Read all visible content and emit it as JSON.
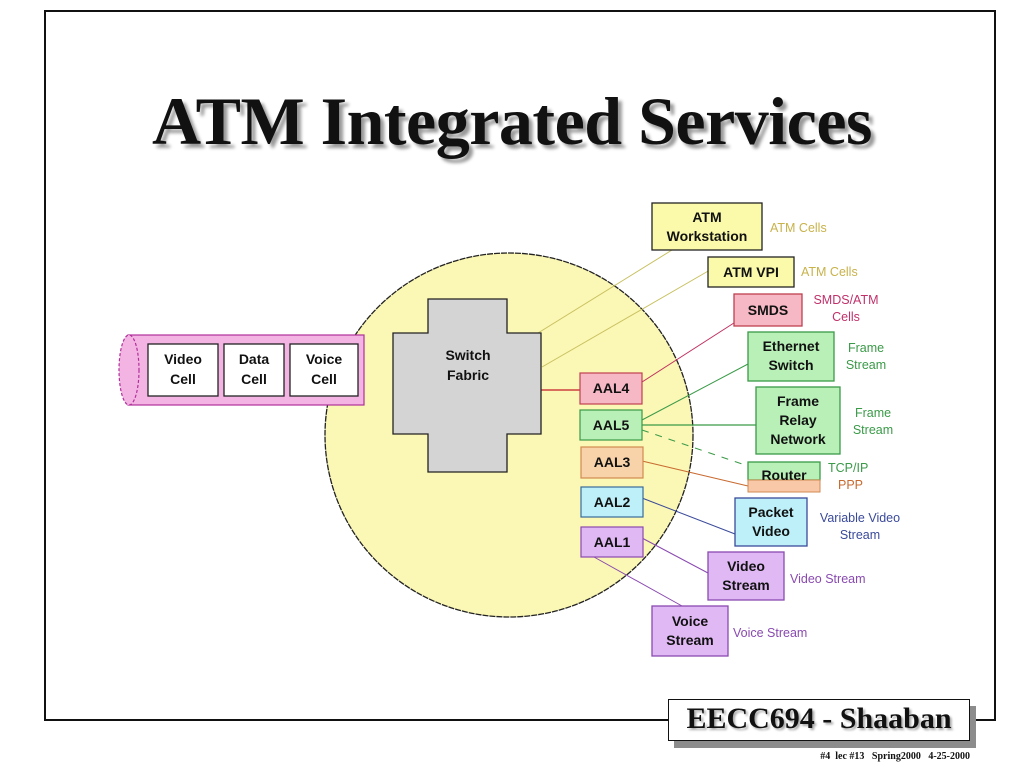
{
  "slide": {
    "title": "ATM Integrated Services",
    "footer_label": "EECC694 - Shaaban",
    "footer_meta": "#4  lec #13   Spring2000   4-25-2000"
  },
  "colors": {
    "circle_fill": "#fbf7b4",
    "switch_fill": "#d4d4d4",
    "cell_pipe": "#f3b4e3",
    "yellow_box": "#fafaaa",
    "pink_box": "#f5b8c4",
    "green_box": "#b8f0b8",
    "orange_box": "#f8d2a8",
    "cyan_box": "#bdf0f8",
    "purple_box": "#e0b8f4"
  },
  "diagram": {
    "cells": [
      {
        "line1": "Video",
        "line2": "Cell"
      },
      {
        "line1": "Data",
        "line2": "Cell"
      },
      {
        "line1": "Voice",
        "line2": "Cell"
      }
    ],
    "switch_fabric": {
      "line1": "Switch",
      "line2": "Fabric"
    },
    "aal": [
      "AAL4",
      "AAL5",
      "AAL3",
      "AAL2",
      "AAL1"
    ],
    "endpoints": [
      {
        "name": "ATM Workstation",
        "lines": [
          "ATM",
          "Workstation"
        ],
        "traffic": [
          "ATM Cells"
        ],
        "traffic_color": "#c8b24a"
      },
      {
        "name": "ATM VPI",
        "lines": [
          "ATM VPI"
        ],
        "traffic": [
          "ATM Cells"
        ],
        "traffic_color": "#c8b24a"
      },
      {
        "name": "SMDS",
        "lines": [
          "SMDS"
        ],
        "traffic": [
          "SMDS/ATM",
          "Cells"
        ],
        "traffic_color": "#c0306a"
      },
      {
        "name": "Ethernet Switch",
        "lines": [
          "Ethernet",
          "Switch"
        ],
        "traffic": [
          "Frame",
          "Stream"
        ],
        "traffic_color": "#3a9a48"
      },
      {
        "name": "Frame Relay Network",
        "lines": [
          "Frame",
          "Relay",
          "Network"
        ],
        "traffic": [
          "Frame",
          "Stream"
        ],
        "traffic_color": "#3a9a48"
      },
      {
        "name": "Router",
        "lines": [
          "Router"
        ],
        "traffic": [
          "TCP/IP",
          "PPP"
        ],
        "traffic_color": "#3a9a48",
        "traffic_color_2": "#c86a30"
      },
      {
        "name": "Packet Video",
        "lines": [
          "Packet",
          "Video"
        ],
        "traffic": [
          "Variable Video",
          "Stream"
        ],
        "traffic_color": "#3a4a9a"
      },
      {
        "name": "Video Stream",
        "lines": [
          "Video",
          "Stream"
        ],
        "traffic": [
          "Video Stream"
        ],
        "traffic_color": "#8a4ab0"
      },
      {
        "name": "Voice Stream",
        "lines": [
          "Voice",
          "Stream"
        ],
        "traffic": [
          "Voice Stream"
        ],
        "traffic_color": "#8a4ab0"
      }
    ]
  }
}
